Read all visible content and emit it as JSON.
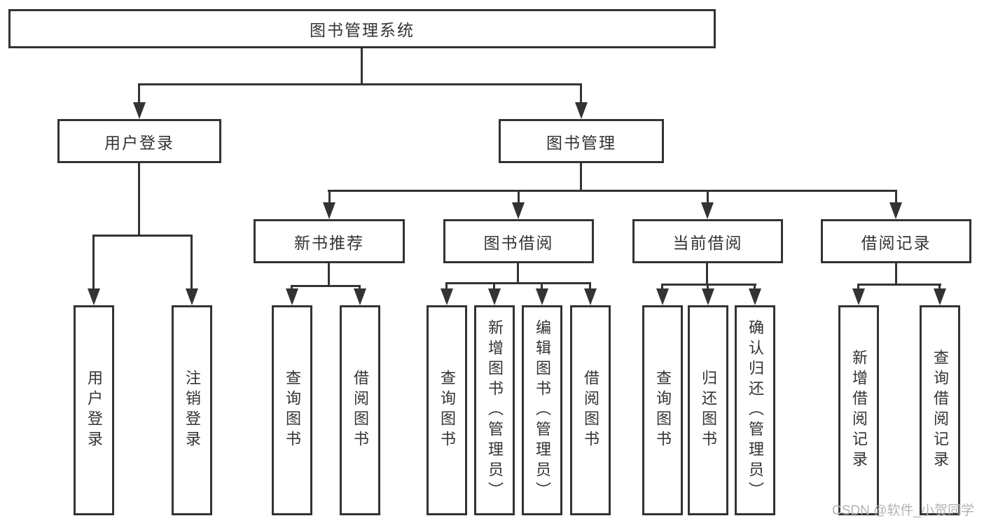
{
  "root": {
    "label": "图书管理系统"
  },
  "branches": {
    "user": {
      "label": "用户登录",
      "children": [
        {
          "label": "用户登录"
        },
        {
          "label": "注销登录"
        }
      ]
    },
    "book": {
      "label": "图书管理",
      "sections": [
        {
          "label": "新书推荐",
          "children": [
            {
              "label": "查询图书"
            },
            {
              "label": "借阅图书"
            }
          ]
        },
        {
          "label": "图书借阅",
          "children": [
            {
              "label": "查询图书"
            },
            {
              "label": "新增图书（管理员）"
            },
            {
              "label": "编辑图书（管理员）"
            },
            {
              "label": "借阅图书"
            }
          ]
        },
        {
          "label": "当前借阅",
          "children": [
            {
              "label": "查询图书"
            },
            {
              "label": "归还图书"
            },
            {
              "label": "确认归还（管理员）"
            }
          ]
        },
        {
          "label": "借阅记录",
          "children": [
            {
              "label": "新增借阅记录"
            },
            {
              "label": "查询借阅记录"
            }
          ]
        }
      ]
    }
  },
  "watermark": {
    "text": "CSDN @软件_小贺同学"
  },
  "colors": {
    "line": "#333333",
    "box_fill": "#ffffff",
    "text": "#333333",
    "watermark": "#b3b3b3",
    "background": "#ffffff"
  }
}
